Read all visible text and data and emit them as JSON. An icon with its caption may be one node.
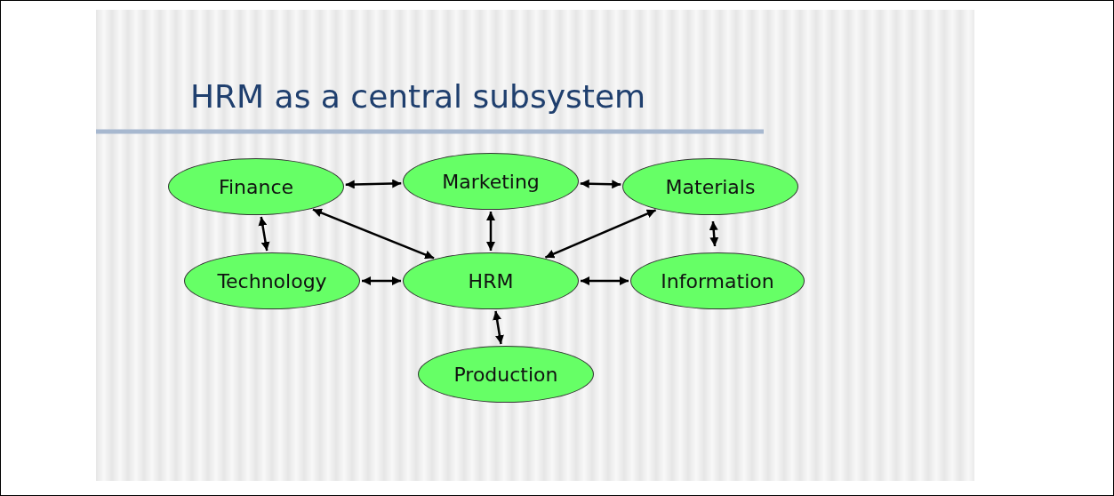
{
  "diagram": {
    "title": "HRM as a central subsystem",
    "nodes": [
      {
        "text": [
          "Finance"
        ]
      },
      {
        "text": [
          "Marketing"
        ]
      },
      {
        "text": [
          "Materials"
        ]
      },
      {
        "text": [
          "Technology"
        ]
      },
      {
        "text": [
          "HRM"
        ]
      },
      {
        "text": [
          "Information"
        ]
      },
      {
        "text": [
          "Production"
        ]
      }
    ],
    "edges": [
      {
        "from": 0,
        "to": 1,
        "arrow": "both"
      },
      {
        "from": 1,
        "to": 2,
        "arrow": "both"
      },
      {
        "from": 0,
        "to": 3,
        "arrow": "both"
      },
      {
        "from": 0,
        "to": 4,
        "arrow": "both"
      },
      {
        "from": 1,
        "to": 4,
        "arrow": "both"
      },
      {
        "from": 2,
        "to": 4,
        "arrow": "both"
      },
      {
        "from": 2,
        "to": 5,
        "arrow": "both"
      },
      {
        "from": 3,
        "to": 4,
        "arrow": "both"
      },
      {
        "from": 4,
        "to": 5,
        "arrow": "both"
      },
      {
        "from": 4,
        "to": 6,
        "arrow": "both"
      }
    ]
  }
}
